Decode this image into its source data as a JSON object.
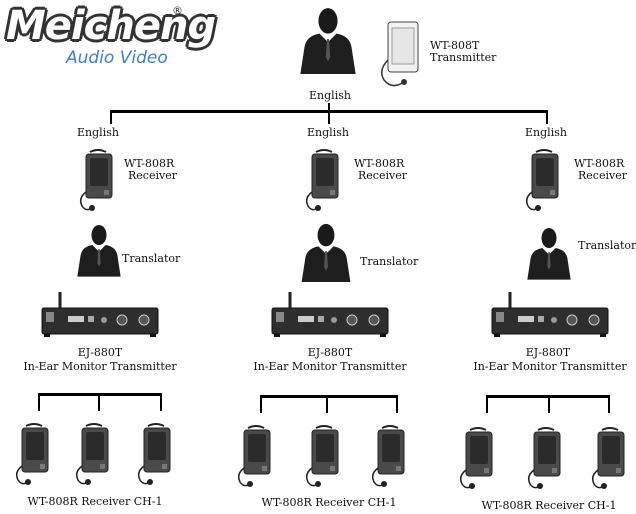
{
  "logo": {
    "name": "Meicheng",
    "registered": "®",
    "tagline": "Audio Video"
  },
  "speaker": {
    "label": "English",
    "device": "WT-808T",
    "device_type": "Transmitter"
  },
  "groups": [
    {
      "language": "English",
      "receiver_model": "WT-808R",
      "receiver_type": "Receiver",
      "role": "Translator",
      "transmitter_model": "EJ-880T",
      "transmitter_type": "In-Ear Monitor Transmitter",
      "output_label": "WT-808R Receiver  CH-1"
    },
    {
      "language": "English",
      "receiver_model": "WT-808R",
      "receiver_type": "Receiver",
      "role": "Translator",
      "transmitter_model": "EJ-880T",
      "transmitter_type": "In-Ear Monitor Transmitter",
      "output_label": "WT-808R Receiver  CH-1"
    },
    {
      "language": "English",
      "receiver_model": "WT-808R",
      "receiver_type": "Receiver",
      "role": "Translator",
      "transmitter_model": "EJ-880T",
      "transmitter_type": "In-Ear Monitor Transmitter",
      "output_label": "WT-808R Receiver  CH-1"
    }
  ],
  "colors": {
    "line": "#000000",
    "device": "#3a3a3a",
    "tagline": "#3a7fd0"
  }
}
